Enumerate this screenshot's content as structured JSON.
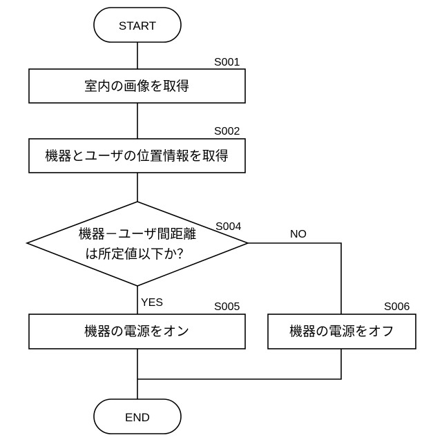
{
  "nodes": {
    "start": {
      "label": "START"
    },
    "s001": {
      "id": "S001",
      "label": "室内の画像を取得"
    },
    "s002": {
      "id": "S002",
      "label": "機器とユーザの位置情報を取得"
    },
    "s004": {
      "id": "S004",
      "label_line1": "機器－ユーザ間距離",
      "label_line2": "は所定値以下か？"
    },
    "s005": {
      "id": "S005",
      "label": "機器の電源をオン"
    },
    "s006": {
      "id": "S006",
      "label": "機器の電源をオフ"
    },
    "end": {
      "label": "END"
    }
  },
  "edges": {
    "yes": "YES",
    "no": "NO"
  }
}
